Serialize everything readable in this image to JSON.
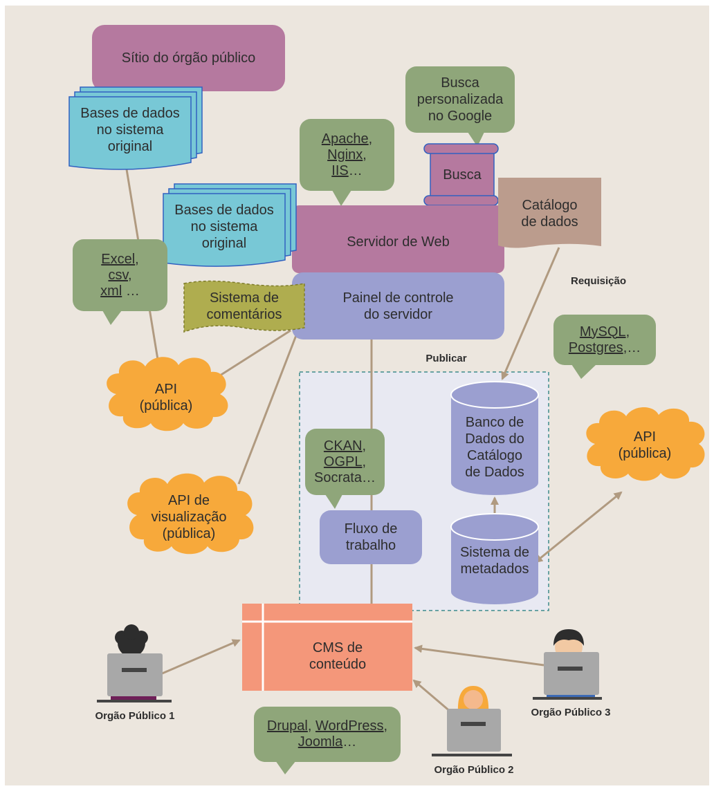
{
  "top_site": "Sítio do órgão público",
  "bases_top": "Bases de dados\nno sistema\noriginal",
  "bases_mid": "Bases de dados\nno sistema\noriginal",
  "google_search": "Busca\npersonalizada\nno Google",
  "search": "Busca",
  "web_servers": {
    "a": "Apache",
    "a_sep": ",",
    "b": "Nginx",
    "b_sep": ",",
    "c": "IIS",
    "c_sep": "…"
  },
  "catalog": "Catálogo\nde dados",
  "web_server": "Servidor de Web",
  "request_label": "Requisição",
  "formats": {
    "a": "Excel",
    "a_sep": ",",
    "b": "csv",
    "b_sep": ",",
    "c": "xml",
    "c_sep": " …"
  },
  "comments": "Sistema de\ncomentários",
  "control_panel": "Painel de controle\ndo servidor",
  "publish_label": "Publicar",
  "databases": {
    "a": "MySQL",
    "a_sep": ",",
    "b": "Postgres",
    "b_sep": ",…"
  },
  "api_public_left": "API\n(pública)",
  "api_public_right": "API\n(pública)",
  "catalog_db": "Banco de\nDados do\nCatálogo\nde Dados",
  "platforms": {
    "a": "CKAN",
    "a_sep": ",",
    "b": "OGPL",
    "b_sep": ",",
    "c": "Socrata…"
  },
  "api_viz": "API de\nvisualização\n(pública)",
  "workflow": "Fluxo de\ntrabalho",
  "metadata": "Sistema de\nmetadados",
  "cms": "CMS de\nconteúdo",
  "agency1": "Orgão Público 1",
  "agency2": "Orgão Público 2",
  "agency3": "Orgão Público 3",
  "cms_options": {
    "a": "Drupal",
    "a_sep": ", ",
    "b": "WordPress",
    "b_sep": ",",
    "c": "Joomla",
    "c_sep": "…"
  },
  "colors": {
    "background": "#ece6de",
    "magenta": "#b5799f",
    "cyan": "#78c8d6",
    "green": "#8fa67a",
    "purple": "#9b9fd0",
    "orange": "#f7a93b",
    "salmon": "#f4977a",
    "tan": "#bb9c8d",
    "olive": "#afad4f",
    "connector": "#b09a80",
    "dashed_region": "#e8e9f2"
  }
}
